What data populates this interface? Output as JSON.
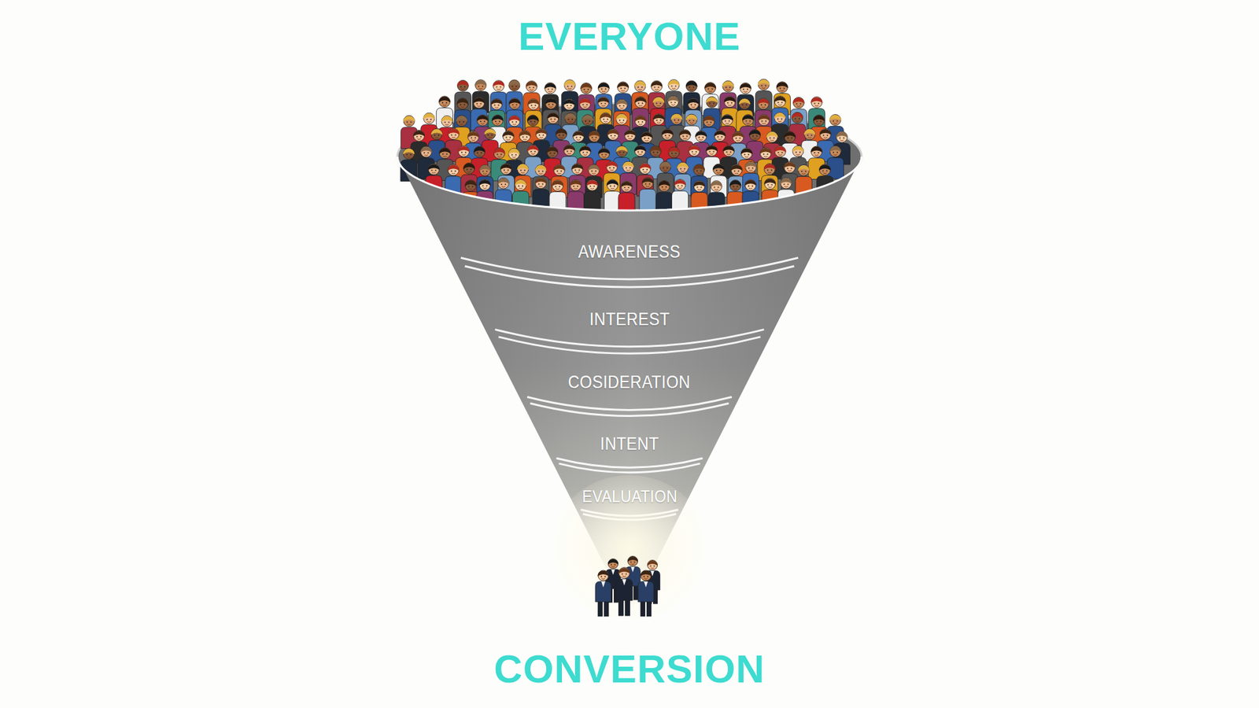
{
  "diagram": {
    "nodes": [
      {
        "text": [
          "AWARENESS"
        ]
      },
      {
        "text": [
          "INTEREST"
        ]
      },
      {
        "text": [
          "COSIDERATION"
        ]
      },
      {
        "text": [
          "INTENT"
        ]
      },
      {
        "text": [
          "EVALUATION"
        ]
      }
    ],
    "labels": [
      "EVERYONE",
      "CONVERSION"
    ]
  }
}
